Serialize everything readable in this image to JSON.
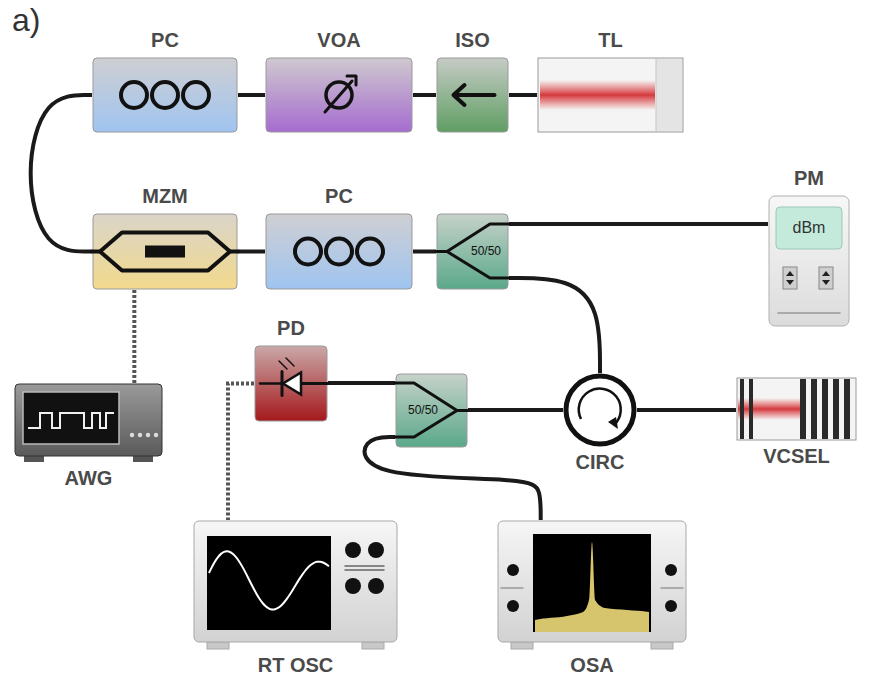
{
  "diagram": {
    "nodes": [
      {
        "text": [
          "PC"
        ]
      },
      {
        "text": [
          "VOA"
        ]
      },
      {
        "text": [
          "ISO"
        ]
      },
      {
        "text": [
          "TL"
        ]
      },
      {
        "text": [
          "MZM"
        ]
      },
      {
        "text": [
          "PC"
        ]
      },
      {
        "text": [
          "50/50"
        ]
      },
      {
        "text": [
          "PM",
          "dBm"
        ]
      },
      {
        "text": [
          "PD"
        ]
      },
      {
        "text": [
          "50/50"
        ]
      },
      {
        "text": [
          "CIRC"
        ]
      },
      {
        "text": [
          "VCSEL"
        ]
      },
      {
        "text": [
          "AWG"
        ]
      },
      {
        "text": [
          "RT OSC"
        ]
      },
      {
        "text": [
          "OSA"
        ]
      }
    ],
    "edges": [
      {
        "from": 3,
        "to": 2,
        "arrow": "none"
      },
      {
        "from": 2,
        "to": 1,
        "arrow": "none"
      },
      {
        "from": 1,
        "to": 0,
        "arrow": "none"
      },
      {
        "from": 0,
        "to": 4,
        "arrow": "none"
      },
      {
        "from": 4,
        "to": 5,
        "arrow": "none"
      },
      {
        "from": 5,
        "to": 6,
        "arrow": "none"
      },
      {
        "from": 6,
        "to": 7,
        "arrow": "none"
      },
      {
        "from": 6,
        "to": 10,
        "arrow": "none"
      },
      {
        "from": 10,
        "to": 11,
        "arrow": "none"
      },
      {
        "from": 10,
        "to": 9,
        "arrow": "none"
      },
      {
        "from": 9,
        "to": 8,
        "arrow": "none"
      },
      {
        "from": 9,
        "to": 14,
        "arrow": "none"
      },
      {
        "from": 4,
        "to": 12,
        "arrow": "none"
      },
      {
        "from": 8,
        "to": 13,
        "arrow": "none"
      }
    ],
    "labels": [
      "a)"
    ]
  }
}
